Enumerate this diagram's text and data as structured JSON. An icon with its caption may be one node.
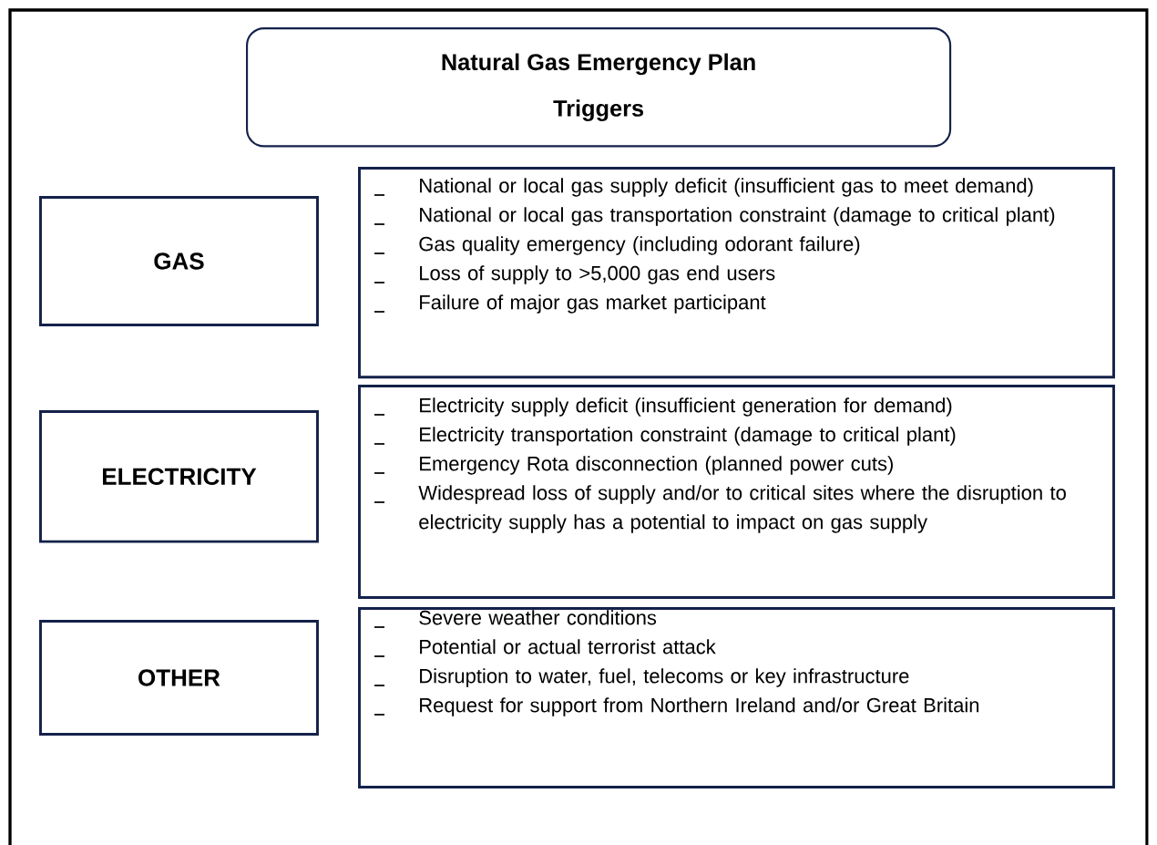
{
  "diagram": {
    "nodes": [
      {
        "text": [
          "Natural Gas Emergency Plan",
          "Triggers"
        ]
      },
      {
        "text": [
          "GAS"
        ]
      },
      {
        "text": [
          "National or local gas supply deficit (insufficient gas to meet demand)",
          "National or local gas transportation constraint (damage to critical plant)",
          "Gas quality emergency (including odorant failure)",
          "Loss of supply to >5,000 gas end users",
          "Failure of major gas market participant"
        ]
      },
      {
        "text": [
          "ELECTRICITY"
        ]
      },
      {
        "text": [
          "Electricity supply deficit (insufficient generation for demand)",
          "Electricity transportation constraint (damage to critical plant)",
          "Emergency Rota disconnection (planned power cuts)",
          "Widespread loss of supply and/or to critical sites where the disruption to electricity supply has a potential to impact on gas supply"
        ]
      },
      {
        "text": [
          "OTHER"
        ]
      },
      {
        "text": [
          "Severe weather conditions",
          "Potential or actual terrorist attack",
          "Disruption to water, fuel, telecoms or key infrastructure",
          "Request for support from Northern Ireland and/or Great Britain"
        ]
      }
    ]
  }
}
